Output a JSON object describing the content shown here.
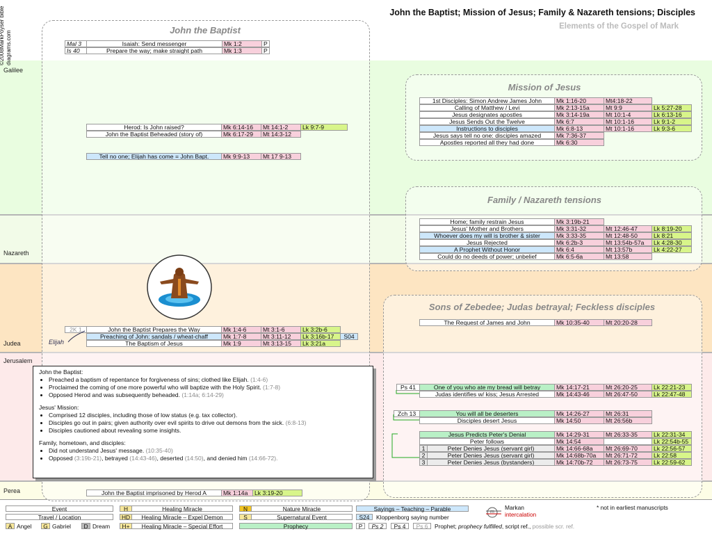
{
  "header": {
    "title": "John the Baptist; Mission of Jesus; Family & Nazareth tensions; Disciples",
    "subtitle": "Elements of the Gospel of Mark",
    "copyright": "©2008MarkPoyser bibledıagrams.com"
  },
  "regions": [
    "Galilee",
    "Nazareth",
    "Judea",
    "Jerusalem",
    "Perea"
  ],
  "panels": {
    "john": "John the Baptist",
    "mission": "Mission of Jesus",
    "family": "Family / Nazareth tensions",
    "sons": "Sons of Zebedee; Judas betrayal; Feckless disciples"
  },
  "john": {
    "prophecy": [
      {
        "ref": "Mal 3",
        "desc": "Isaiah: Send messenger",
        "mk": "Mk 1:2",
        "tag": "P"
      },
      {
        "ref": "Is 40",
        "desc": "Prepare the way; make straight path",
        "mk": "Mk 1:3",
        "tag": "P"
      }
    ],
    "herod": [
      {
        "desc": "Herod: Is John raised?",
        "mk": "Mk 6:14-16",
        "mt": "Mt 14:1-2",
        "lk": "Lk 9:7-9"
      },
      {
        "desc": "John the Baptist Beheaded (story of)",
        "mk": "Mk 6:17-29",
        "mt": "Mt 14:3-12"
      }
    ],
    "elijah": {
      "desc": "Tell no one; Elijah has come = John Bapt.",
      "mk": "Mk 9:9-13",
      "mt": "Mt 17 9-13"
    },
    "judea": [
      {
        "ref": "2K 1",
        "desc": "John the Baptist Prepares the Way",
        "mk": "Mk 1:4-6",
        "mt": "Mt 3:1-6",
        "lk": "Lk 3:2b-6"
      },
      {
        "desc": "Preaching of John: sandals / wheat-chaff",
        "mk": "Mk 1:7-8",
        "mt": "Mt 3:11-12",
        "lk": "Lk 3:16b-17",
        "s": "S04"
      },
      {
        "desc": "The Baptism of Jesus",
        "mk": "Mk 1:9",
        "mt": "Mt 3:13-15",
        "lk": "Lk 3:21a"
      }
    ],
    "elijah_label": "Elijah",
    "perea": {
      "desc": "John the Baptist imprisoned by Herod A",
      "mk": "Mk 1:14a",
      "lk": "Lk 3:19-20"
    }
  },
  "mission": [
    {
      "desc": "1st Disciples: Simon Andrew James John",
      "mk": "Mk 1:16-20",
      "mt": "Mt4:18-22"
    },
    {
      "desc": "Calling of Matthew / Levi",
      "mk": "Mk 2:13-15a",
      "mt": "Mt 9:9",
      "lk": "Lk 5:27-28"
    },
    {
      "desc": "Jesus designates apostles",
      "mk": "Mk 3:14-19a",
      "mt": "Mt 10:1-4",
      "lk": "Lk 6:13-16"
    },
    {
      "desc": "Jesus Sends Out the Twelve",
      "mk": "Mk 6:7",
      "mt": "Mt 10:1-16",
      "lk": "Lk 9:1-2"
    },
    {
      "desc": "Instructions to disciples",
      "mk": "Mk 6:8-13",
      "mt": "Mt 10:1-16",
      "lk": "Lk 9:3-6"
    },
    {
      "desc": "Jesus says tell no one: disciples amazed",
      "mk": "Mk 7:36-37"
    },
    {
      "desc": "Apostles reported all they had done",
      "mk": "Mk 6:30"
    }
  ],
  "family": [
    {
      "desc": "Home; family restrain Jesus",
      "mk": "Mk 3:19b-21"
    },
    {
      "desc": "Jesus' Mother and Brothers",
      "mk": "Mk 3:31-32",
      "mt": "Mt 12:46-47",
      "lk": "Lk 8:19-20"
    },
    {
      "desc": "Whoever does my will is brother & sister",
      "mk": "Mk 3:33-35",
      "mt": "Mt 12:48-50",
      "lk": "Lk 8:21"
    },
    {
      "desc": "Jesus Rejected",
      "mk": "Mk 6:2b-3",
      "mt": "Mt 13:54b-57a",
      "lk": "Lk 4:28-30"
    },
    {
      "desc": "A Prophet Without Honor",
      "mk": "Mk 6:4",
      "mt": "Mt 13:57b",
      "lk": "Lk 4:22-27"
    },
    {
      "desc": "Could do no deeds of power; unbelief",
      "mk": "Mk 6:5-6a",
      "mt": "Mt 13:58"
    }
  ],
  "sons": {
    "zebedee": {
      "desc": "The Request of James and John",
      "mk": "Mk 10:35-40",
      "mt": "Mt 20:20-28"
    },
    "betray": [
      {
        "ref": "Ps 41",
        "desc": "One of you who ate my bread will betray",
        "mk": "Mk 14:17-21",
        "mt": "Mt 26:20-25",
        "lk": "Lk 22:21-23"
      },
      {
        "desc": "Judas identifies w/ kiss; Jesus Arrested",
        "mk": "Mk 14:43-46",
        "mt": "Mt 26:47-50",
        "lk": "Lk 22:47-48"
      }
    ],
    "desert": [
      {
        "ref": "Zch 13",
        "desc": "You will all be deserters",
        "mk": "Mk 14:26-27",
        "mt": "Mt 26:31"
      },
      {
        "desc": "Disciples desert Jesus",
        "mk": "Mk 14:50",
        "mt": "Mt 26:56b"
      }
    ],
    "peter": [
      {
        "desc": "Jesus Predicts Peter's Denial",
        "mk": "Mk 14:29-31",
        "mt": "Mt 26:33-35",
        "lk": "Lk 22:31-34"
      },
      {
        "desc": "Peter follows",
        "mk": "Mk 14:54",
        "lk": "Lk 22:54b-55"
      },
      {
        "n": "1",
        "desc": "Peter Denies Jesus (servant girl)",
        "mk": "Mk 14:66-68a",
        "mt": "Mt 26:69-70",
        "lk": "Lk 22:56-57"
      },
      {
        "n": "2",
        "desc": "Peter Denies Jesus (servant girl)",
        "mk": "Mk 14:68b-70a",
        "mt": "Mt 26:71-72",
        "lk": "Lk 22:58"
      },
      {
        "n": "3",
        "desc": "Peter Denies Jesus (bystanders)",
        "mk": "Mk 14:70b-72",
        "mt": "Mt 26:73-75",
        "lk": "Lk 22:59-62"
      }
    ]
  },
  "summary": {
    "s1_title": "John the Baptist:",
    "s1": [
      {
        "t": "Preached a baptism of repentance for forgiveness of sins; clothed like Elijah.",
        "r": "(1:4-6)"
      },
      {
        "t": "Proclaimed the coming of one more powerful who will baptize with the Holy Spirit.",
        "r": "(1:7-8)"
      },
      {
        "t": "Opposed Herod and was subsequently beheaded.",
        "r": "(1:14a; 6:14-29)"
      }
    ],
    "s2_title": "Jesus' Mission:",
    "s2": [
      {
        "t": "Comprised 12 disciples, including those of low status (e.g. tax collector).",
        "r": ""
      },
      {
        "t": "Disciples go out in pairs; given authority over evil spirits to drive out demons from the sick.",
        "r": "(6:8-13)"
      },
      {
        "t": "Disciples cautioned about revealing some insights.",
        "r": ""
      }
    ],
    "s3_title": "Family, hometown, and disciples:",
    "s3a": "Did not understand Jesus' message.",
    "s3a_r": "(10:35-40)",
    "s3b_1": "Opposed",
    "s3b_r1": "(3:19b-21)",
    "s3b_2": ", betrayed",
    "s3b_r2": "(14:43-46)",
    "s3b_3": ", deserted",
    "s3b_r3": "(14:50)",
    "s3b_4": ", and denied him",
    "s3b_r4": "(14:66-72)."
  },
  "legend": {
    "event": "Event",
    "travel": "Travel / Location",
    "a": "A",
    "angel": "Angel",
    "g": "G",
    "gabriel": "Gabriel",
    "dd": "D",
    "dream": "Dream",
    "h": "H",
    "healing": "Healing Miracle",
    "hd": "HD",
    "healing_d": "Healing Miracle – Expel Demon",
    "hp": "H+",
    "healing_p": "Healing Miracle – Special Effort",
    "n": "N",
    "nature": "Nature Miracle",
    "s": "S",
    "super": "Supernatural Event",
    "prophecy": "Prophecy",
    "sayings": "Sayings – Teaching – Parable",
    "s24": "S24",
    "klopp": "Kloppenborg saying number",
    "p": "P",
    "ps2": "Ps 2",
    "ps4": "Ps 4",
    "ps6": "Ps 6",
    "prophet_text": "Prophet;",
    "prophet_it": "prophecy fulfilled",
    "prophet_rest": ", script ref.,",
    "possible": "possible scr. ref.",
    "markan": "Markan",
    "interc": "intercalation",
    "mk_glyph": "m",
    "note": "* not in earliest manuscripts"
  },
  "colors": {
    "galilee": "#e9fde0",
    "nazareth": "#f2fbe8",
    "judea": "#fde5c2",
    "jerusalem": "#fdeaea",
    "perea": "#fdfde6",
    "mark": "#f8d0dc",
    "luke": "#d8f58a",
    "sayings": "#cde7fb",
    "prophecy": "#b9f0c6",
    "healing": "#f7e79a"
  }
}
